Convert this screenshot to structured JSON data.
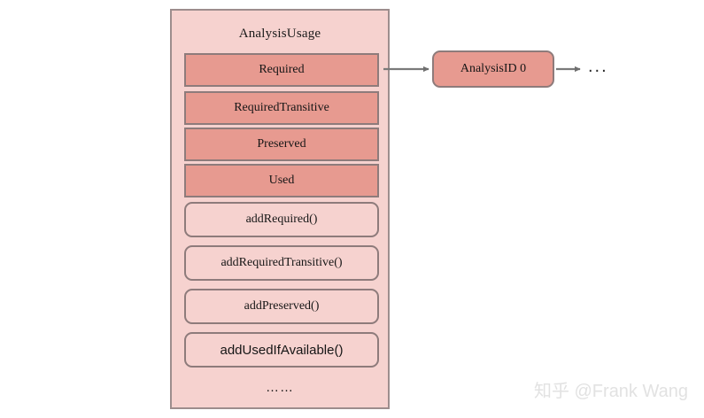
{
  "diagram": {
    "class_panel": {
      "title": "AnalysisUsage",
      "fields": [
        {
          "label": "Required"
        },
        {
          "label": "RequiredTransitive"
        },
        {
          "label": "Preserved"
        },
        {
          "label": "Used"
        }
      ],
      "methods": [
        {
          "label": "addRequired()",
          "style": "serif"
        },
        {
          "label": "addRequiredTransitive()",
          "style": "serif"
        },
        {
          "label": "addPreserved()",
          "style": "serif"
        },
        {
          "label": "addUsedIfAvailable()",
          "style": "sans"
        }
      ],
      "more_indicator": "……"
    },
    "analysis_node": {
      "label": "AnalysisID 0"
    },
    "trailing_indicator": "...",
    "connectors": [
      {
        "from": "Required",
        "to": "AnalysisID 0"
      },
      {
        "from": "AnalysisID 0",
        "to": "..."
      }
    ]
  },
  "watermark": {
    "text": "知乎 @Frank Wang"
  },
  "colors": {
    "panel_fill": "#f6d2cf",
    "field_fill": "#e79a90",
    "border": "#8e7b7b",
    "panel_border": "#9d8d8d",
    "arrow": "#7a7a7a",
    "text": "#161616",
    "watermark": "#e2e2e2",
    "background": "#ffffff"
  }
}
